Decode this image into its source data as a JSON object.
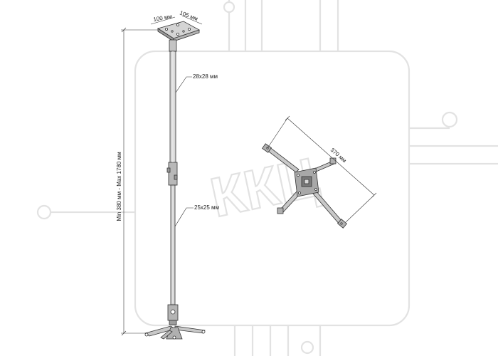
{
  "watermark": {
    "text": "ККЦ",
    "color": "#e2e2e2"
  },
  "dimensions": {
    "plate_width": "100 мм",
    "plate_depth": "105 мм",
    "upper_tube": "28х28 мм",
    "lower_tube": "25х25 мм",
    "height_range": "Min 380 мм - Max 1780 мм",
    "arm_span": "370 мм"
  },
  "colors": {
    "line": "#333333",
    "metal": "#bcbcbc"
  }
}
